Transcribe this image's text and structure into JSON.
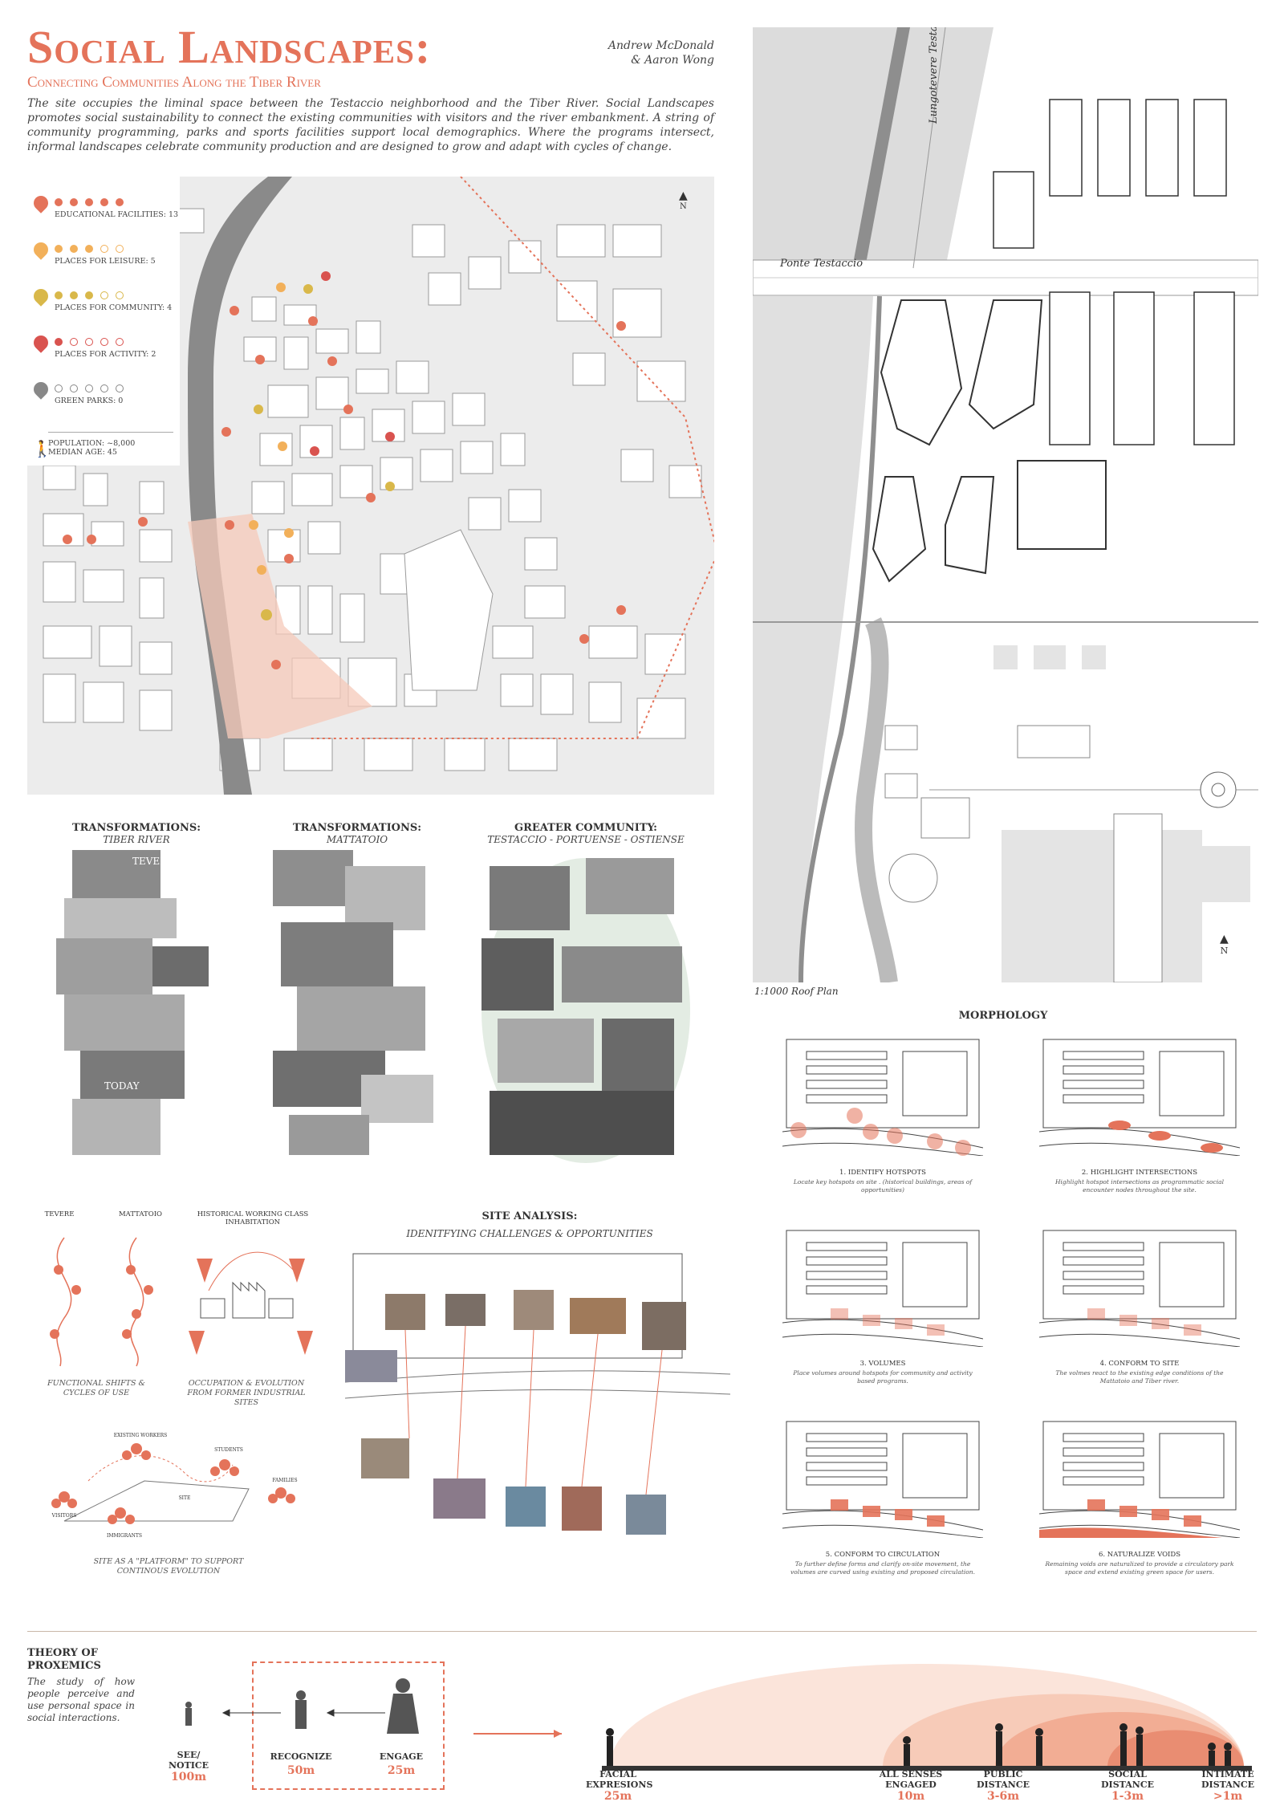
{
  "header": {
    "title": "Social Landscapes:",
    "subtitle": "Connecting Communities Along the Tiber River",
    "authors": [
      "Andrew McDonald",
      "& Aaron Wong"
    ],
    "intro": "The site occupies the liminal space between the Testaccio neighborhood and the Tiber River. Social Landscapes promotes social sustainability to connect the existing communities with visitors and the river embankment. A string of community programming, parks and sports facilities support local demographics. Where the programs intersect, informal landscapes celebrate community production and are designed to grow and adapt with cycles of change."
  },
  "legend": {
    "items": [
      {
        "label": "Educational Facilities: 13",
        "filled": 5,
        "total": 5,
        "color": "#e4735a"
      },
      {
        "label": "Places for Leisure: 5",
        "filled": 3,
        "total": 5,
        "color": "#f2b05a"
      },
      {
        "label": "Places for Community: 4",
        "filled": 3,
        "total": 5,
        "color": "#d9b84a"
      },
      {
        "label": "Places for Activity: 2",
        "filled": 1,
        "total": 5,
        "color": "#d9534f"
      },
      {
        "label": "Green Parks: 0",
        "filled": 0,
        "total": 5,
        "color": "#888888"
      }
    ],
    "population": "Population: ~8,000",
    "median_age": "Median Age: 45",
    "north": "N"
  },
  "roof_plan": {
    "street_1": "Lungotevere Testaccio",
    "street_2": "Ponte Testaccio",
    "scale": "1:1000 Roof Plan",
    "north": "N"
  },
  "transformations": [
    {
      "title": "Transformations:",
      "sub": "Tiber River",
      "tags": [
        "TEVERE",
        "TODAY"
      ]
    },
    {
      "title": "Transformations:",
      "sub": "Mattatoio",
      "tags": []
    },
    {
      "title": "Greater Community:",
      "sub": "Testaccio - Portuense - Ostiense",
      "tags": []
    }
  ],
  "morphology": {
    "title": "Morphology",
    "steps": [
      {
        "title": "1.   Identify Hotspots",
        "desc": "Locate key hotspots on site . (historical buildings, areas of opportunities)"
      },
      {
        "title": "2. Highlight Intersections",
        "desc": "Highlight hotspot intersections as programmatic social encounter nodes throughout the site."
      },
      {
        "title": "3. Volumes",
        "desc": "Place volumes around hotspots for community and activity based programs."
      },
      {
        "title": "4. Conform to Site",
        "desc": "The volmes react to the existing edge conditions of the Mattatoio and Tiber river."
      },
      {
        "title": "5. Conform to Circulation",
        "desc": "To further define forms and clarify on-site movement, the volumes are curved using existing and proposed circulation."
      },
      {
        "title": "6. Naturalize Voids",
        "desc": "Remaining voids are naturalized to provide a circulatory park space and extend existing green space for users."
      }
    ]
  },
  "diagrams": {
    "tevere": "TEVERE",
    "mattatoio": "MATTATOIO",
    "historical": "HISTORICAL WORKING CLASS INHABITATION",
    "caption_1": "Functional shifts & cycles of use",
    "caption_2": "Occupation & evolution from former industrial sites",
    "platform": "Site as a \"platform\" to support continous evolution",
    "groups": [
      "EXISTING WORKERS",
      "STUDENTS",
      "FAMILIES",
      "VISITORS",
      "IMMIGRANTS",
      "SITE"
    ]
  },
  "site_analysis": {
    "title": "Site Analysis:",
    "sub": "Idenitfying Challenges & Opportunities"
  },
  "proxemics": {
    "title": "Theory of Proxemics",
    "desc": "The study of how people perceive and use personal space in social interactions.",
    "stages": [
      {
        "label": "See/ Notice",
        "value": "100m"
      },
      {
        "label": "Recognize",
        "value": "50m"
      },
      {
        "label": "Engage",
        "value": "25m"
      }
    ],
    "distances": [
      {
        "label": "Facial Expresions",
        "value": "25m"
      },
      {
        "label": "All Senses Engaged",
        "value": "10m"
      },
      {
        "label": "Public Distance",
        "value": "3-6m"
      },
      {
        "label": "Social Distance",
        "value": "1-3m"
      },
      {
        "label": "Intimate Distance",
        "value": ">1m"
      }
    ]
  },
  "colors": {
    "accent": "#e4735a",
    "accent_light": "#f6c9b9",
    "map_bg": "#ececec",
    "building": "#ffffff",
    "river": "#8a8a8a"
  }
}
